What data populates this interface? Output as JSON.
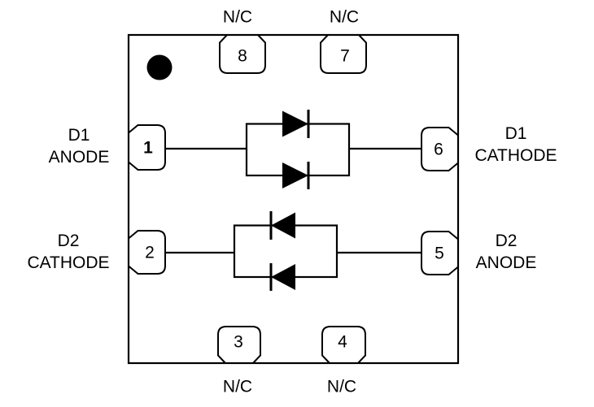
{
  "diagram": {
    "background_color": "#ffffff",
    "line_color": "#000000"
  },
  "pins": {
    "p1": {
      "number": "1",
      "label_line1": "D1",
      "label_line2": "ANODE"
    },
    "p2": {
      "number": "2",
      "label_line1": "D2",
      "label_line2": "CATHODE"
    },
    "p3": {
      "number": "3",
      "label": "N/C"
    },
    "p4": {
      "number": "4",
      "label": "N/C"
    },
    "p5": {
      "number": "5",
      "label_line1": "D2",
      "label_line2": "ANODE"
    },
    "p6": {
      "number": "6",
      "label_line1": "D1",
      "label_line2": "CATHODE"
    },
    "p7": {
      "number": "7",
      "label": "N/C"
    },
    "p8": {
      "number": "8",
      "label": "N/C"
    }
  },
  "icons": {
    "pin1_indicator": "filled-circle",
    "d1_symbol": "two-parallel-diodes-pointing-right",
    "d2_symbol": "two-parallel-diodes-pointing-left"
  }
}
